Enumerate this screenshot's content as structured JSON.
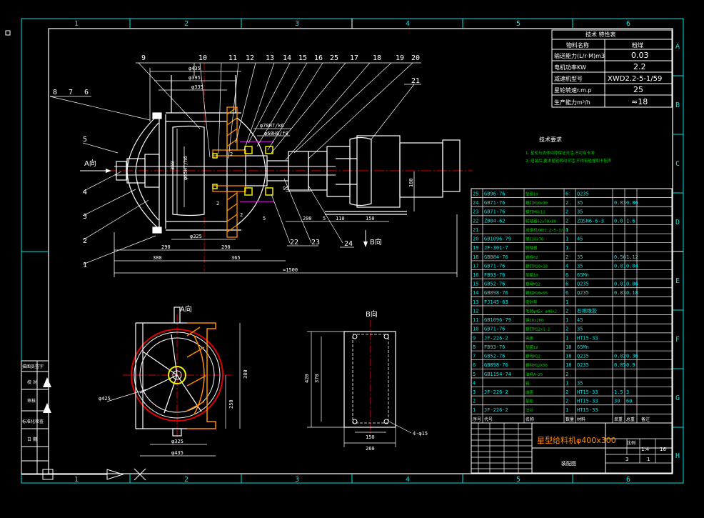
{
  "frame": {
    "col_labels": [
      "1",
      "2",
      "3",
      "4",
      "5",
      "6"
    ],
    "row_labels": [
      "A",
      "B",
      "C",
      "D",
      "E",
      "F",
      "G",
      "H"
    ]
  },
  "tech_table": {
    "title": "技术 特性表",
    "header": [
      "物料名称",
      "粉煤"
    ],
    "rows": [
      [
        "输送能力(L/r·M)m3",
        "0.03"
      ],
      [
        "电机功率KW",
        "2.2"
      ],
      [
        "减速机型号",
        "XWD2.2-5-1/59"
      ],
      [
        "星轮转速r.m.p",
        "25"
      ],
      [
        "生产能力m³/h",
        "≈18"
      ]
    ]
  },
  "tech_notes": {
    "title": "技术要求",
    "lines": [
      "1. 星轮与壳体间隙保证灵活,不可有卡滞",
      "2. 组装后,要求星轮转动灵活,不得有碰撞和卡阻声"
    ]
  },
  "balloons_top": [
    "9",
    "10",
    "11",
    "12",
    "13",
    "14",
    "15",
    "16",
    "25",
    "17",
    "18",
    "19",
    "20"
  ],
  "balloons_left": [
    "8",
    "7",
    "6"
  ],
  "balloons_right": [
    "21"
  ],
  "balloons_side": [
    "5",
    "4",
    "3",
    "2",
    "1"
  ],
  "balloons_bottom": [
    "22",
    "23",
    "24"
  ],
  "main_dims": {
    "d435": "φ435",
    "d395": "φ395",
    "d335": "φ335",
    "d325": "φ325",
    "h360": "360",
    "d65": "φ65H7/h6",
    "fit1": "φ70H7/k6",
    "fit2": "φ60H8/f8",
    "d290a": "290",
    "d290b": "290",
    "d380": "380",
    "d365": "365",
    "d95": "95",
    "d200": "200",
    "d110": "110",
    "d150": "150",
    "d5a": "5",
    "d5b": "5",
    "d180": "180",
    "total": "≈1500",
    "two1": "2",
    "two2": "2",
    "two3": "2"
  },
  "view_labels": {
    "a_arrow": "A向",
    "a_view": "A向",
    "b_view": "B向",
    "b_arrow": "B向"
  },
  "a_view_dims": {
    "d425": "φ425",
    "d325": "φ325",
    "d435": "φ435",
    "h380": "380",
    "h250": "250"
  },
  "b_view_dims": {
    "h420": "420",
    "h370": "370",
    "w150": "150",
    "w260": "260",
    "holes": "4-φ15"
  },
  "bom": {
    "rows": [
      [
        "25",
        "GB96-76",
        "垫圈10",
        "6",
        "Q235",
        "",
        ""
      ],
      [
        "24",
        "GB71-76",
        "螺钉M10x30",
        "2",
        "35",
        "0.03",
        "0.06"
      ],
      [
        "23",
        "GB71-76",
        "螺钉M6x12",
        "2",
        "35",
        "",
        ""
      ],
      [
        "22",
        "ZB04-62",
        "联轴器62x70x80",
        "2",
        "ZQSN6-6-3",
        "0.8",
        "1.6"
      ],
      [
        "21",
        "",
        "减速机XWD2.2-5-1/59",
        "1",
        "",
        "",
        ""
      ],
      [
        "20",
        "GB1096-79",
        "键C16x70",
        "1",
        "45",
        "",
        ""
      ],
      [
        "19",
        "JF-301-7",
        "联轴器",
        "1",
        "",
        "",
        ""
      ],
      [
        "18",
        "GB884-76",
        "螺栓62",
        "2",
        "35",
        "0.56",
        "1.12"
      ],
      [
        "17",
        "GB71-76",
        "螺钉M10x18",
        "4",
        "35",
        "0.01",
        "0.04"
      ],
      [
        "16",
        "FB93-76",
        "垫圈10",
        "6",
        "65Mn",
        "",
        ""
      ],
      [
        "15",
        "GB52-76",
        "螺母M12",
        "6",
        "Q235",
        "0.01",
        "0.06"
      ],
      [
        "14",
        "GB898-76",
        "螺柱M10x55",
        "6",
        "Q235",
        "0.03",
        "0.18"
      ],
      [
        "13",
        "FJ145-63",
        "密封垫",
        "1",
        "",
        "",
        ""
      ],
      [
        "12",
        "",
        "毛毡φ45x φ40x2",
        "2",
        "石棉橡胶",
        "",
        ""
      ],
      [
        "11",
        "GB1096-79",
        "键18x200",
        "1",
        "45",
        "",
        ""
      ],
      [
        "10",
        "GB71-76",
        "螺钉M12x1.2",
        "2",
        "35",
        "",
        ""
      ],
      [
        "9",
        "JF-226-2",
        "壳体",
        "1",
        "HT15-33",
        "",
        ""
      ],
      [
        "8",
        "FB93-76",
        "垫圈12",
        "18",
        "65Mn",
        "",
        ""
      ],
      [
        "7",
        "GB52-76",
        "螺母M12",
        "18",
        "Q235",
        "0.02",
        "0.36"
      ],
      [
        "6",
        "GB898-76",
        "螺柱M12X50",
        "18",
        "Q235",
        "0.05",
        "0.9"
      ],
      [
        "5",
        "GB1154-74",
        "油杯A-25",
        "2",
        "",
        "",
        ""
      ],
      [
        "4",
        "",
        "轴",
        "1",
        "35",
        "",
        ""
      ],
      [
        "3",
        "JF-226-2",
        "端盖",
        "2",
        "HT15-33",
        "1.5",
        "3"
      ],
      [
        "2",
        "",
        "星轮",
        "2",
        "HT15-33",
        "30",
        "60"
      ],
      [
        "1",
        "JF-226-2",
        "法兰",
        "1",
        "HT15-33",
        "",
        ""
      ]
    ],
    "header": [
      "序号",
      "代号",
      "名称",
      "数量",
      "材料",
      "单重",
      "总重"
    ],
    "extra_header": "备注"
  },
  "title_block": {
    "name": "星型给料机φ400x300",
    "scale_label": "比例",
    "scale": "1:4",
    "sheet": "16",
    "sub": "装配图",
    "sheet_total": "3",
    "sheet_no": "1"
  },
  "side_strip": [
    "描图员签字",
    "校 对",
    "审核",
    "标准化检查",
    "日 期"
  ],
  "colors": {
    "cyan": "#00e5e5",
    "white": "#ffffff",
    "red": "#e00000",
    "yellow": "#f0f000",
    "magenta": "#e000e0",
    "green": "#00d000",
    "orange": "#ff8c00"
  }
}
